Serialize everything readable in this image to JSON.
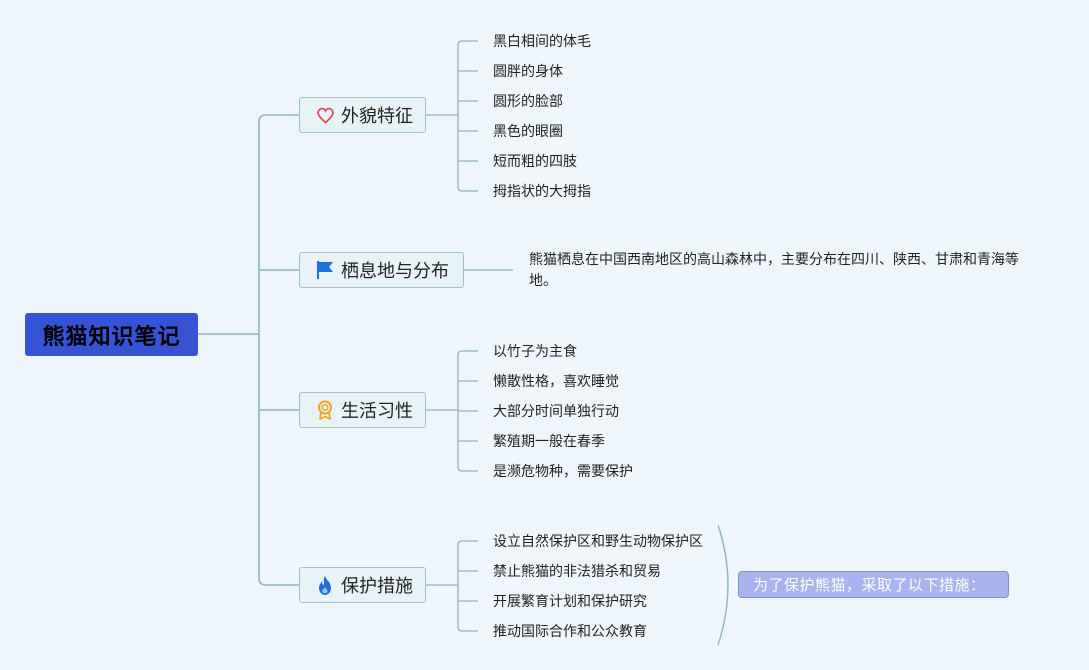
{
  "root": {
    "title": "熊猫知识笔记"
  },
  "colors": {
    "background": "#eef6fb",
    "root_fill": "#3653d6",
    "connector": "#8fb5bb",
    "summary_fill": "#a9b3ee"
  },
  "branches": [
    {
      "label": "外貌特征",
      "icon": "heart-icon",
      "children": [
        "黑白相间的体毛",
        "圆胖的身体",
        "圆形的脸部",
        "黑色的眼圈",
        "短而粗的四肢",
        "拇指状的大拇指"
      ]
    },
    {
      "label": "栖息地与分布",
      "icon": "flag-icon",
      "note": "熊猫栖息在中国西南地区的高山森林中，主要分布在四川、陕西、甘肃和青海等地。"
    },
    {
      "label": "生活习性",
      "icon": "award-icon",
      "children": [
        "以竹子为主食",
        "懒散性格，喜欢睡觉",
        "大部分时间单独行动",
        "繁殖期一般在春季",
        "是濒危物种，需要保护"
      ]
    },
    {
      "label": "保护措施",
      "icon": "fire-icon",
      "children": [
        "设立自然保护区和野生动物保护区",
        "禁止熊猫的非法猎杀和贸易",
        "开展繁育计划和保护研究",
        "推动国际合作和公众教育"
      ],
      "summary": "为了保护熊猫，采取了以下措施："
    }
  ]
}
